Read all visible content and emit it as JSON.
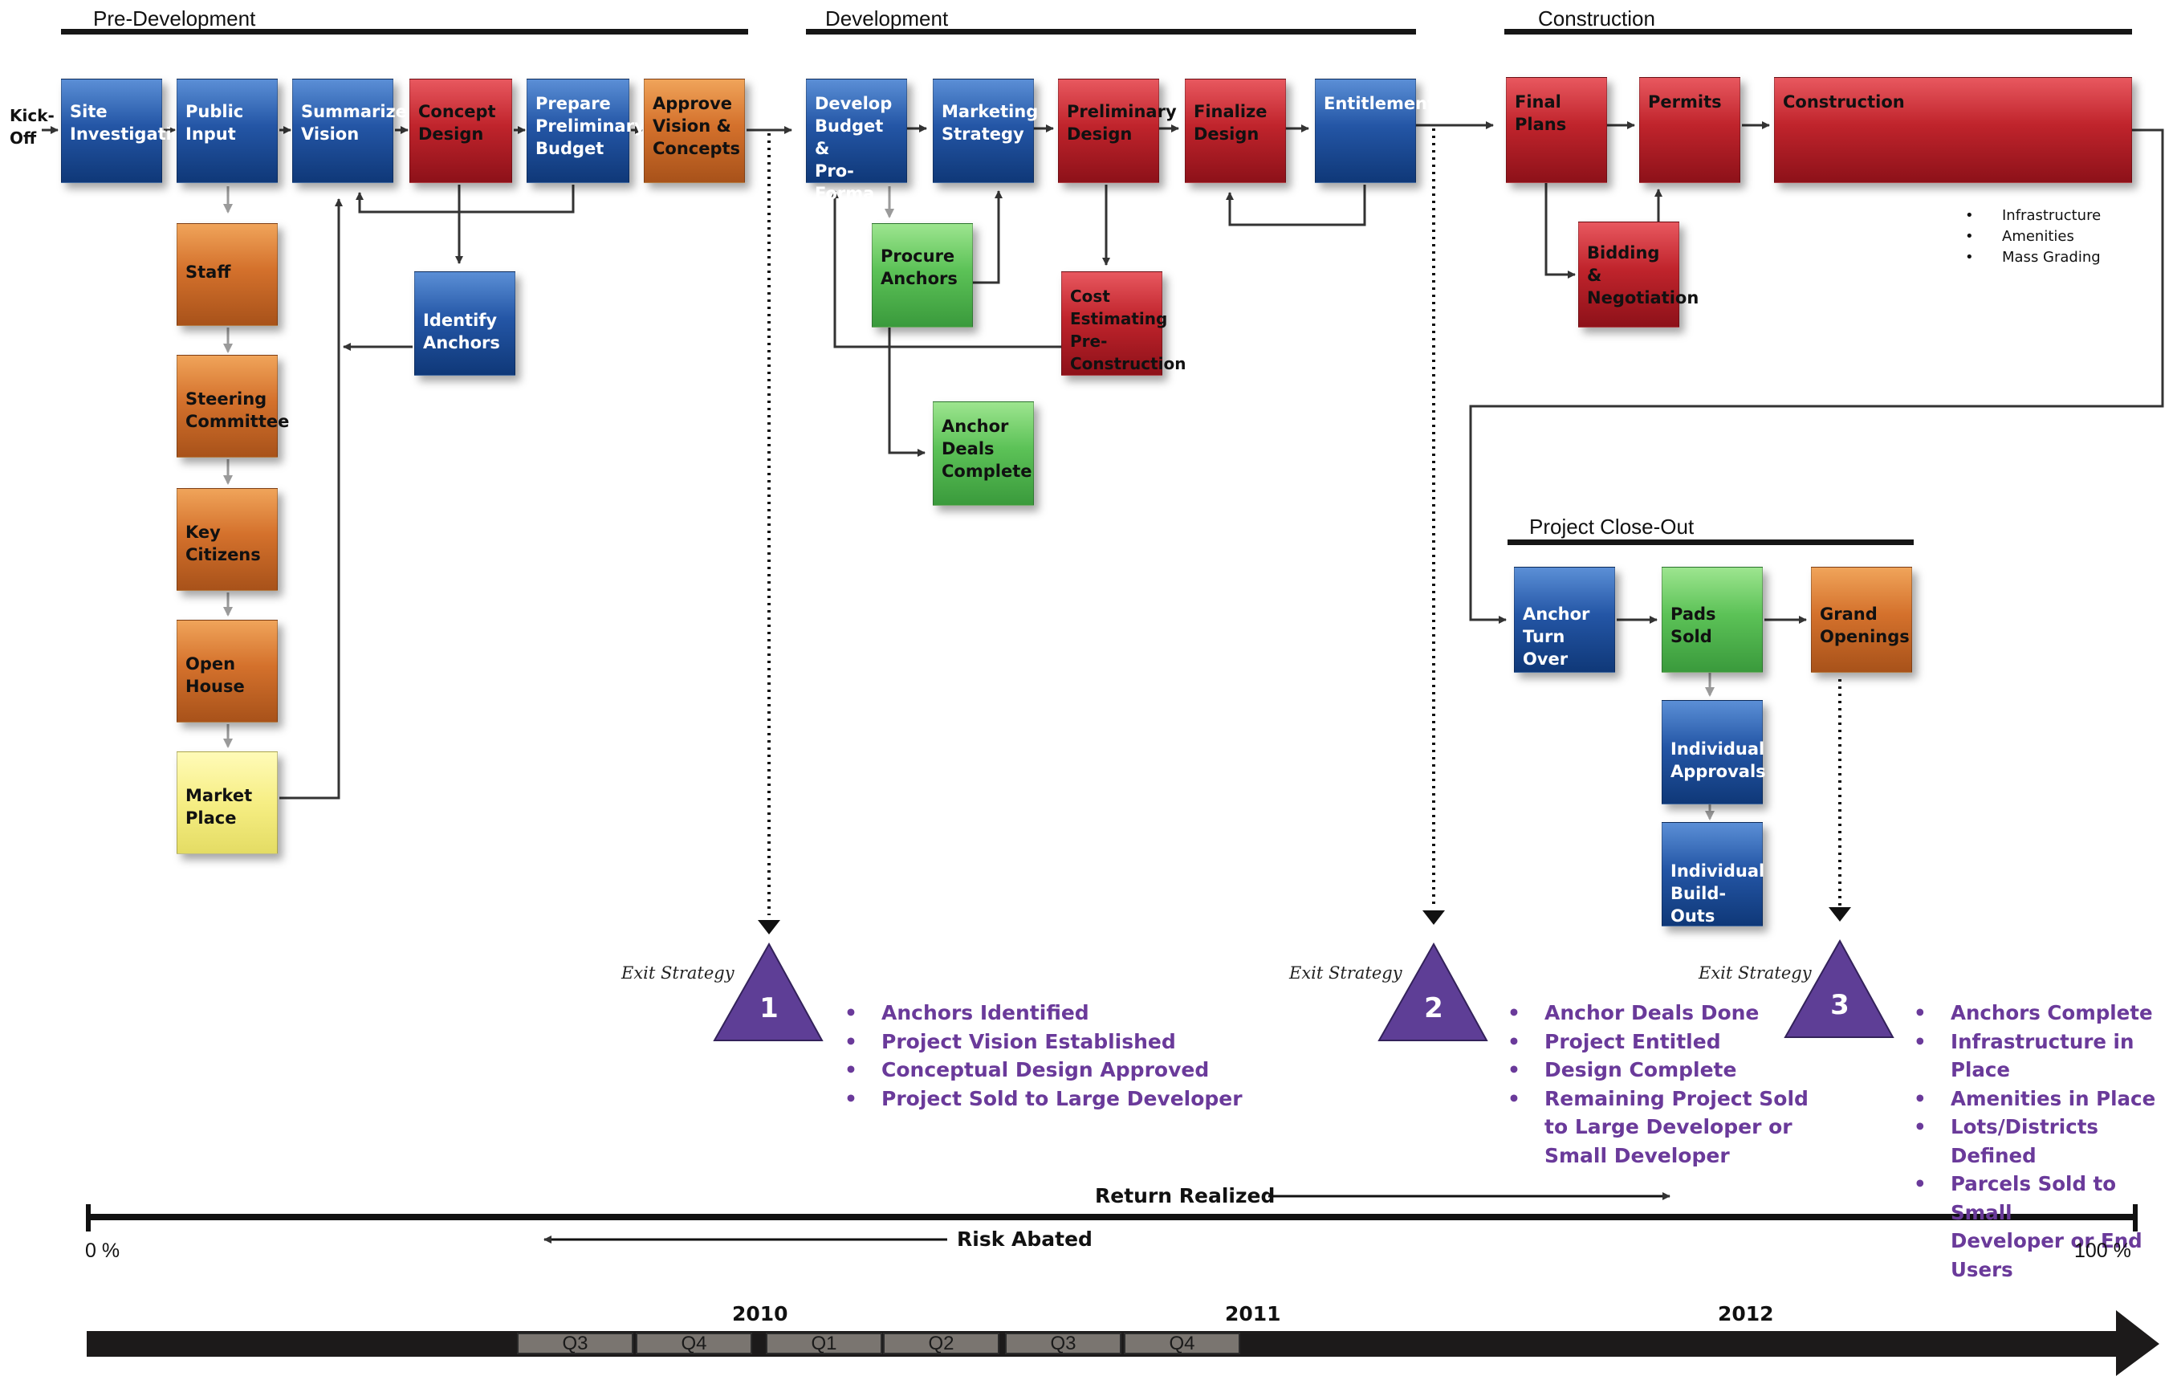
{
  "phases": {
    "pre_development": "Pre-Development",
    "development": "Development",
    "construction": "Construction",
    "close_out": "Project Close-Out"
  },
  "kickoff": "Kick-\nOff",
  "boxes": {
    "site_investigation": "Site\nInvestigation",
    "public_input": "Public\nInput",
    "summarize_vision": "Summarize\nVision",
    "concept_design": "Concept\nDesign",
    "prepare_budget": "Prepare\nPreliminary\nBudget",
    "approve_vision": "Approve\nVision &\nConcepts",
    "staff": "Staff",
    "steering_committee": "Steering\nCommittee",
    "key_citizens": "Key\nCitizens",
    "open_house": "Open\nHouse",
    "market_place": "Market\nPlace",
    "identify_anchors": "Identify\nAnchors",
    "develop_budget": "Develop\nBudget &\nPro-Forma",
    "marketing_strategy": "Marketing\nStrategy",
    "preliminary_design": "Preliminary\nDesign",
    "finalize_design": "Finalize\nDesign",
    "entitlements": "Entitlements",
    "procure_anchors": "Procure\nAnchors",
    "cost_estimating": "Cost Estimating\nPre-\nConstruction",
    "anchor_deals_complete": "Anchor\nDeals\nComplete",
    "final_plans": "Final Plans",
    "permits": "Permits",
    "construction": "Construction",
    "bidding": "Bidding &\nNegotiation",
    "anchor_turnover": "Anchor\nTurn Over",
    "pads_sold": "Pads Sold",
    "grand_openings": "Grand\nOpenings",
    "individual_approvals": "Individual\nApprovals",
    "individual_buildouts": "Individual\nBuild-Outs"
  },
  "construction_items": [
    "Infrastructure",
    "Amenities",
    "Mass Grading"
  ],
  "exit_strategy_label": "Exit Strategy",
  "exits": [
    {
      "number": "1",
      "items": [
        "Anchors Identified",
        "Project Vision Established",
        "Conceptual Design Approved",
        "Project Sold to Large Developer"
      ]
    },
    {
      "number": "2",
      "items": [
        "Anchor Deals Done",
        "Project Entitled",
        "Design Complete",
        "Remaining Project Sold\nto Large Developer or\nSmall Developer"
      ]
    },
    {
      "number": "3",
      "items": [
        "Anchors Complete",
        "Infrastructure in Place",
        "Amenities in Place",
        "Lots/Districts Defined",
        "Parcels Sold to Small\nDeveloper or End Users"
      ]
    }
  ],
  "scale": {
    "return_realized": "Return Realized",
    "risk_abated": "Risk Abated",
    "start": "0 %",
    "end": "100 %"
  },
  "timeline": {
    "years": [
      "2010",
      "2011",
      "2012"
    ],
    "quarters": [
      "Q3",
      "Q4",
      "Q1",
      "Q2",
      "Q3",
      "Q4"
    ]
  },
  "colors": {
    "blue": "#2456a6",
    "red": "#c0242c",
    "orange": "#d4712c",
    "green": "#5cc257",
    "yellow": "#f6ee84",
    "purple": "#6a3a9a"
  }
}
